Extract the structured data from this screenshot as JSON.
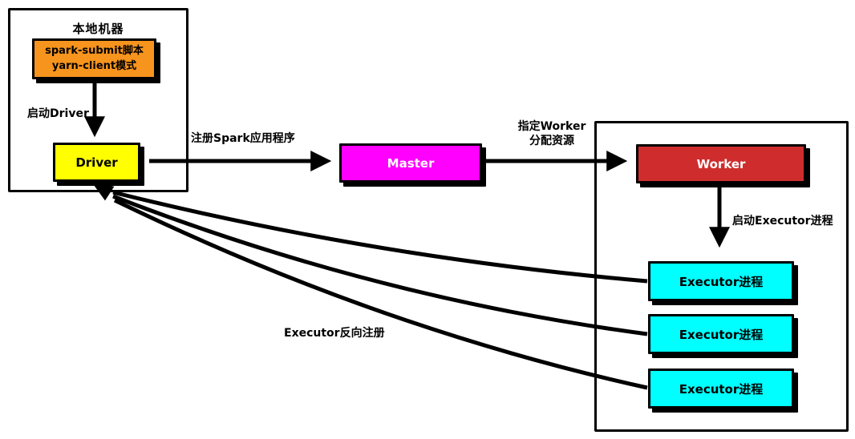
{
  "containers": {
    "local_machine": {
      "label": "本地机器"
    }
  },
  "nodes": {
    "spark_submit": {
      "line1": "spark-submit脚本",
      "line2": "yarn-client模式",
      "color": "#F7941D"
    },
    "driver": {
      "label": "Driver",
      "color": "#FFFF00"
    },
    "master": {
      "label": "Master",
      "color": "#FF00FF"
    },
    "worker": {
      "label": "Worker",
      "color": "#CF2D2D"
    },
    "executors": [
      {
        "label": "Executor进程"
      },
      {
        "label": "Executor进程"
      },
      {
        "label": "Executor进程"
      }
    ],
    "executor_color": "#00FFFF"
  },
  "edge_labels": {
    "launch_driver": "启动Driver",
    "register_app": "注册Spark应用程序",
    "assign_worker_line1": "指定Worker",
    "assign_worker_line2": "分配资源",
    "launch_executors": "启动Executor进程",
    "reverse_register": "Executor反向注册"
  },
  "line_color": "#000000"
}
